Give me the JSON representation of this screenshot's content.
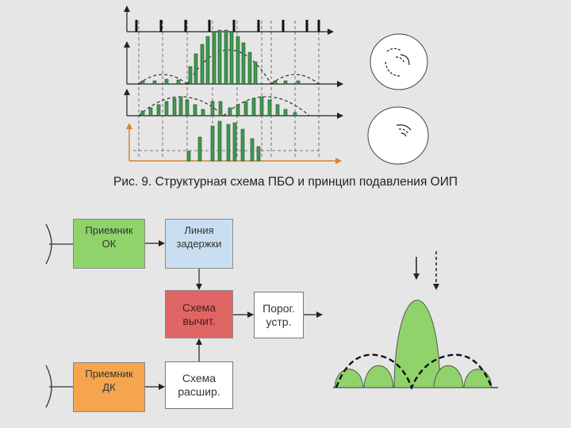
{
  "caption": "Рис. 9. Структурная схема ПБО и принцип подавления ОИП",
  "blocks": {
    "receiver_ok": "Приемник\nОК",
    "delay_line": "Линия\nзадержки",
    "subtract": "Схема\nвычит.",
    "threshold": "Порог.\nустр.",
    "receiver_dk": "Приемник\nДК",
    "expand": "Схема\nрасшир."
  },
  "colors": {
    "receiver_ok": "#8fd36a",
    "delay_line": "#c9dff1",
    "subtract": "#e06666",
    "receiver_dk": "#f5a54e",
    "bars": "#3f9a4f",
    "orange_axis": "#d9822b",
    "lobes": "#8fd36a"
  },
  "icons": [
    "antenna-ok-icon",
    "antenna-dk-icon",
    "arrow-icon",
    "indicator-scope-icon"
  ]
}
